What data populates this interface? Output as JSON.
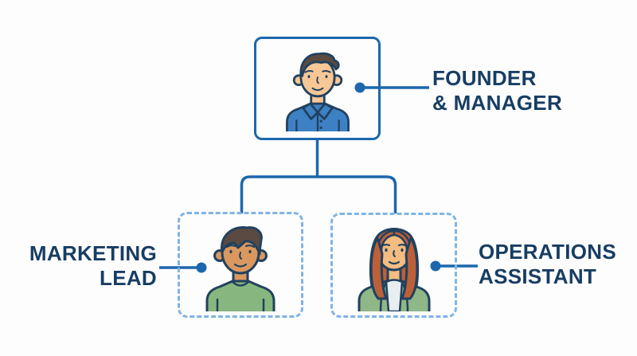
{
  "theme": {
    "background": "#fdfdfd",
    "line_blue": "#1c67ad",
    "dashed_blue": "#7fb4e4",
    "label_navy": "#173d63",
    "outline_navy": "#21415e",
    "hair_brown": "#5a4a42",
    "skin_light": "#f7c795",
    "skin_medium": "#da985f",
    "shirt_blue": "#3d80c4",
    "shirt_green": "#87b77e",
    "hair_auburn": "#bc6039",
    "skin_woman": "#f3bc80",
    "cardigan_green": "#8fb787",
    "top_white": "#e8edf0"
  },
  "org_chart": {
    "root": {
      "id": "founder",
      "label_lines": [
        "FOUNDER",
        "& MANAGER"
      ],
      "avatar": "man-blue-collared-shirt-avatar",
      "box_style": "solid"
    },
    "children": [
      {
        "id": "marketing-lead",
        "label_lines": [
          "MARKETING",
          "LEAD"
        ],
        "avatar": "man-green-shirt-avatar",
        "box_style": "dashed"
      },
      {
        "id": "operations-assistant",
        "label_lines": [
          "OPERATIONS",
          "ASSISTANT"
        ],
        "avatar": "woman-green-cardigan-avatar",
        "box_style": "dashed"
      }
    ]
  }
}
